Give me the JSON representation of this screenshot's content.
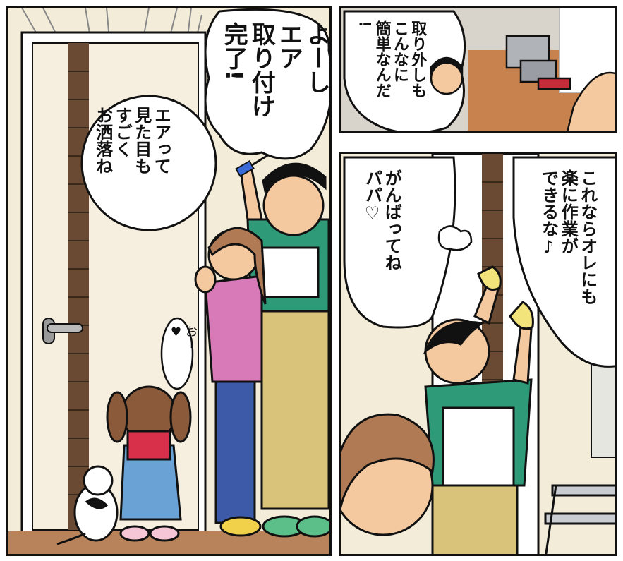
{
  "panel_left": {
    "bubble_father": "よーし\nエア\n取り付け\n完了!",
    "bubble_mother": "エアって\n見た目も\nすごく\nお洒落ね",
    "bubble_child": "おー\n♥"
  },
  "panel_top_right": {
    "bubble": "取り外しも\nこんなに\n簡単なんだ\n!"
  },
  "panel_bottom_right": {
    "bubble_father": "これならオレにも\n楽に作業が\nできるな♪",
    "bubble_mother": "がんばってね\nパパ♡"
  },
  "colors": {
    "outline": "#111111",
    "wall": "#f3ecd9",
    "door_frame": "#ffffff",
    "louver": "#6b4a33",
    "floor": "#b8835a",
    "father_shirt": "#2e9a78",
    "mother_top": "#d97ab8",
    "jeans": "#3d5aa8",
    "pants": "#d9c27a",
    "child_dress": "#6aa2d6",
    "heart": "#e86a9a"
  }
}
